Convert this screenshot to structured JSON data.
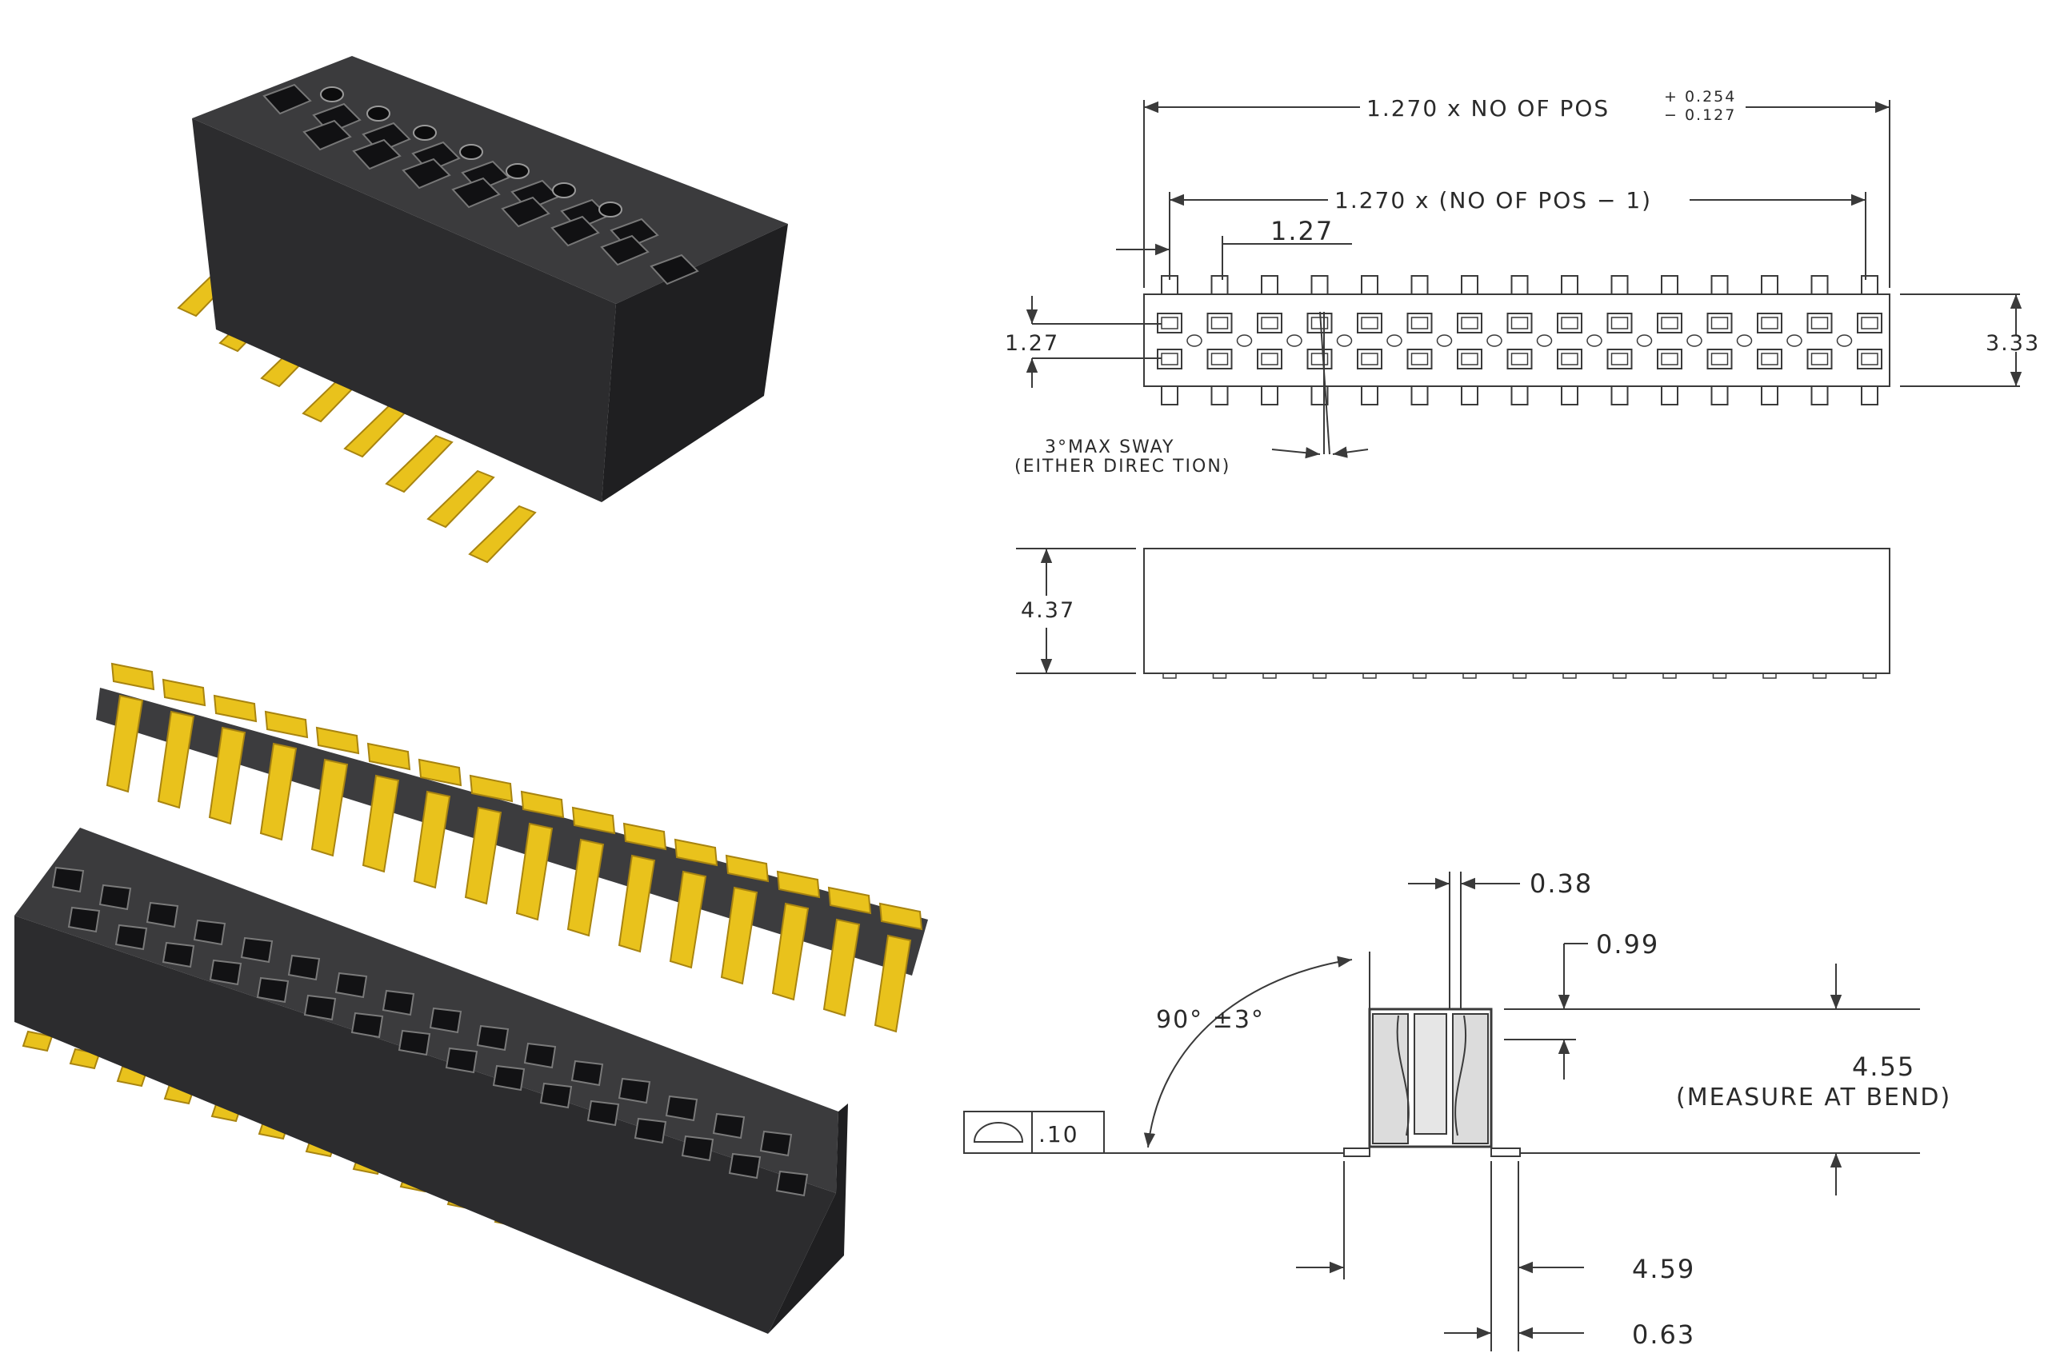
{
  "colors": {
    "housing_dark": "#2f2f31",
    "housing_top": "#3a3a3c",
    "housing_side": "#222224",
    "gold": "#e9c21c",
    "gold_dark": "#a88410",
    "line": "#3a3a3a",
    "background": "#ffffff"
  },
  "top_view": {
    "overall_length_label": "1.270  x NO OF POS",
    "overall_tol_plus": "+ 0.254",
    "overall_tol_minus": "− 0.127",
    "pitch_span_label": "1.270 x (NO OF POS − 1)",
    "pitch_label": "1.27",
    "row_pitch_label": "1.27",
    "width_label": "3.33",
    "sway_line1": "3°MAX SWAY",
    "sway_line2": "(EITHER DIREC TION)"
  },
  "side_view": {
    "height_label": "4.37"
  },
  "section_view": {
    "dim_038": "0.38",
    "dim_099": "0.99",
    "dim_455": "4.55",
    "dim_455_note": "(MEASURE AT BEND)",
    "angle_label": "90° ±3°",
    "flatness_value": ".10",
    "dim_459": "4.59",
    "dim_063": "0.63"
  }
}
